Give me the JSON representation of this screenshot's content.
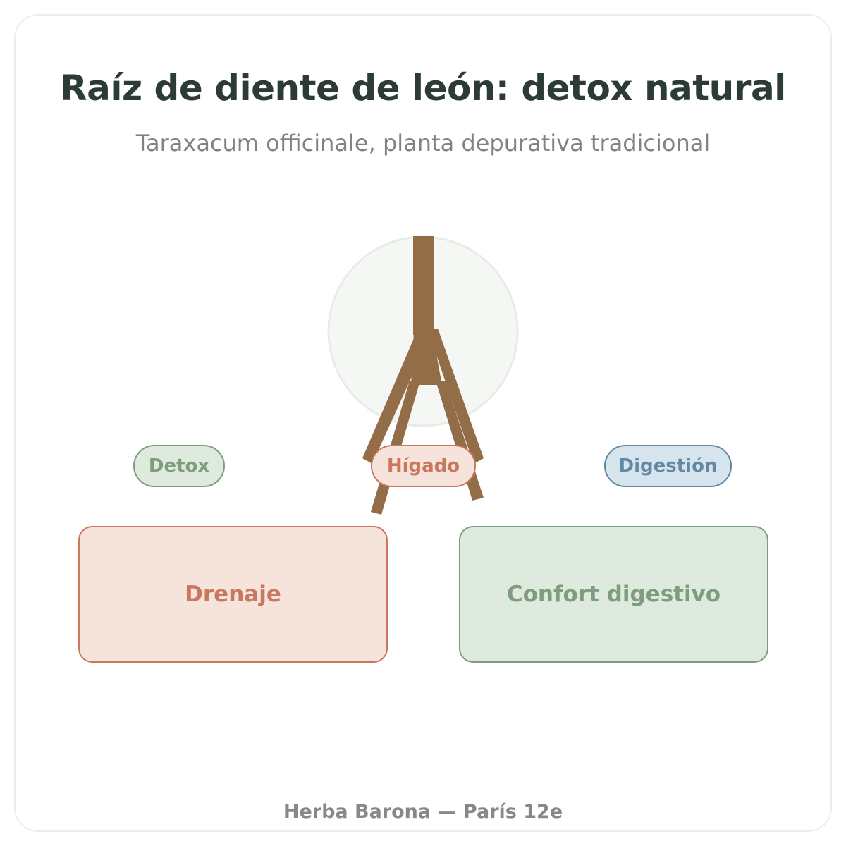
{
  "header": {
    "title": "Raíz de diente de león: detox natural",
    "subtitle": "Taraxacum officinale, planta depurativa tradicional"
  },
  "illustration": {
    "icon": "dandelion-root-icon",
    "root_color": "#936d47",
    "halo_color": "#f5f7f4"
  },
  "pills": {
    "detox": "Detox",
    "higado": "Hígado",
    "digestion": "Digestión"
  },
  "boxes": {
    "drenaje": "Drenaje",
    "confort": "Confort digestivo"
  },
  "footer": {
    "brand": "Herba Barona — París 12e"
  },
  "colors": {
    "title": "#2c3b35",
    "green": "#7e9d7d",
    "green_fill": "#dfeadf",
    "terracotta": "#c9785d",
    "terracotta_fill": "#f5e3dc",
    "blue": "#6288a2",
    "blue_fill": "#d6e4ee"
  }
}
